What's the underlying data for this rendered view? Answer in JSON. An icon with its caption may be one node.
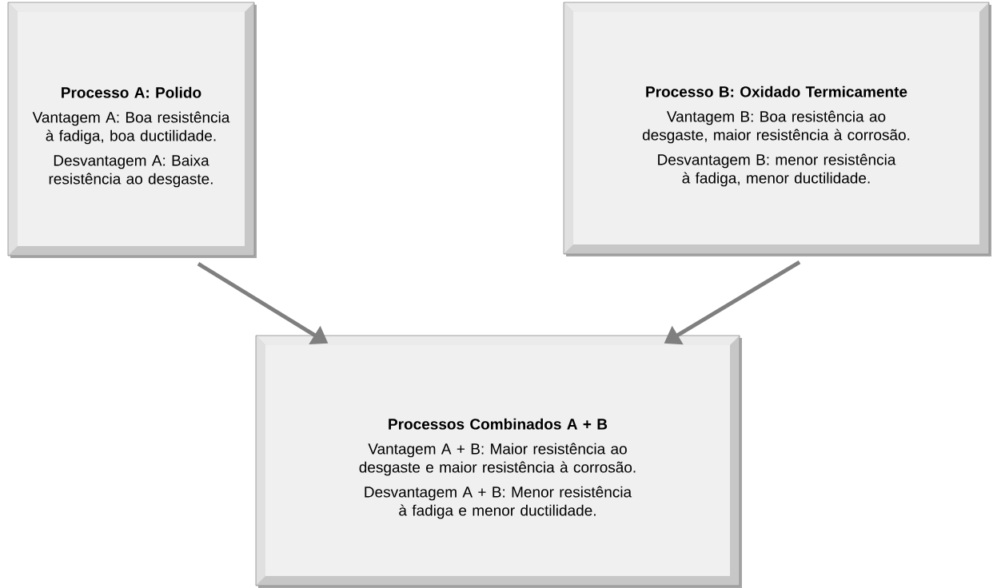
{
  "diagram": {
    "nodes": [
      {
        "text": [
          "Processo A: Polido",
          "Vantagem A: Boa resistência à fadiga,  boa ductilidade.",
          "Desvantagem A: Baixa resistência ao desgaste."
        ]
      },
      {
        "text": [
          "Processo B: Oxidado Termicamente",
          "Vantagem B: Boa resistência ao desgaste,  maior resistência à corrosão.",
          "Desvantagem B: menor resistência à fadiga, menor ductilidade."
        ]
      },
      {
        "text": [
          "Processos Combinados A + B",
          "Vantagem A + B: Maior resistência ao desgaste e maior resistência à corrosão.",
          "Desvantagem A + B: Menor resistência à fadiga e menor ductilidade."
        ]
      }
    ],
    "edges": [
      {
        "from": 0,
        "to": 2,
        "arrow": "to"
      },
      {
        "from": 1,
        "to": 2,
        "arrow": "to"
      }
    ]
  }
}
